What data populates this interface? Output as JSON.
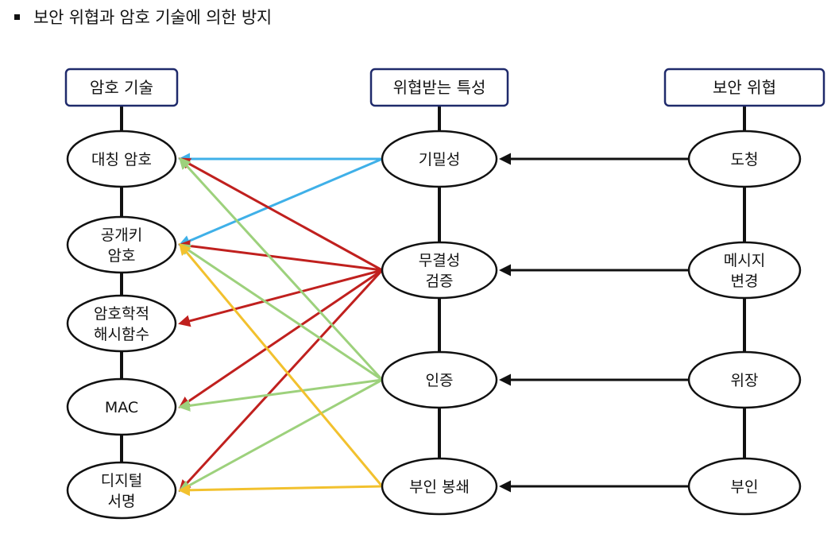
{
  "title": "보안 위협과 암호 기술에 의한 방지",
  "columns": {
    "left_header": "암호 기술",
    "mid_header": "위협받는 특성",
    "right_header": "보안 위협"
  },
  "left_nodes": [
    {
      "id": "sym",
      "lines": [
        "대칭 암호"
      ]
    },
    {
      "id": "pub",
      "lines": [
        "공개키",
        "암호"
      ]
    },
    {
      "id": "hash",
      "lines": [
        "암호학적",
        "해시함수"
      ]
    },
    {
      "id": "mac",
      "lines": [
        "MAC"
      ]
    },
    {
      "id": "sig",
      "lines": [
        "디지털",
        "서명"
      ]
    }
  ],
  "mid_nodes": [
    {
      "id": "conf",
      "lines": [
        "기밀성"
      ]
    },
    {
      "id": "integ",
      "lines": [
        "무결성",
        "검증"
      ]
    },
    {
      "id": "auth",
      "lines": [
        "인증"
      ]
    },
    {
      "id": "nonrep",
      "lines": [
        "부인 봉쇄"
      ]
    }
  ],
  "right_nodes": [
    {
      "id": "eaves",
      "lines": [
        "도청"
      ]
    },
    {
      "id": "mod",
      "lines": [
        "메시지",
        "변경"
      ]
    },
    {
      "id": "spoof",
      "lines": [
        "위장"
      ]
    },
    {
      "id": "deny",
      "lines": [
        "부인"
      ]
    }
  ],
  "colors": {
    "header_border": "#1f2a6b",
    "confidentiality": "#3fb0e8",
    "integrity": "#c0201e",
    "authentication": "#9dd17c",
    "non_repudiation": "#f2c12e",
    "threat_arrow": "#111111"
  },
  "edges": [
    {
      "from": "conf",
      "to": "sym",
      "color": "confidentiality"
    },
    {
      "from": "conf",
      "to": "pub",
      "color": "confidentiality"
    },
    {
      "from": "integ",
      "to": "sym",
      "color": "integrity"
    },
    {
      "from": "integ",
      "to": "pub",
      "color": "integrity"
    },
    {
      "from": "integ",
      "to": "hash",
      "color": "integrity"
    },
    {
      "from": "integ",
      "to": "mac",
      "color": "integrity"
    },
    {
      "from": "integ",
      "to": "sig",
      "color": "integrity"
    },
    {
      "from": "auth",
      "to": "sym",
      "color": "authentication"
    },
    {
      "from": "auth",
      "to": "pub",
      "color": "authentication"
    },
    {
      "from": "auth",
      "to": "mac",
      "color": "authentication"
    },
    {
      "from": "auth",
      "to": "sig",
      "color": "authentication"
    },
    {
      "from": "nonrep",
      "to": "pub",
      "color": "non_repudiation"
    },
    {
      "from": "nonrep",
      "to": "sig",
      "color": "non_repudiation"
    },
    {
      "from": "eaves",
      "to": "conf",
      "color": "threat_arrow"
    },
    {
      "from": "mod",
      "to": "integ",
      "color": "threat_arrow"
    },
    {
      "from": "spoof",
      "to": "auth",
      "color": "threat_arrow"
    },
    {
      "from": "deny",
      "to": "nonrep",
      "color": "threat_arrow"
    }
  ]
}
